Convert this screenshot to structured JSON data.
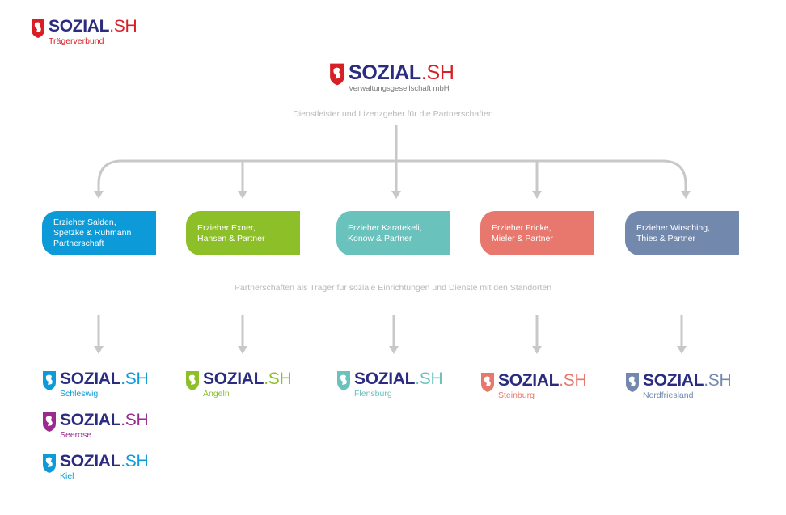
{
  "top_logo": {
    "brand": "SOZIAL",
    "suffix": ".SH",
    "sub": "Trägerverbund"
  },
  "main_logo": {
    "brand": "SOZIAL",
    "suffix": ".SH",
    "sub": "Verwaltungsgesellschaft mbH"
  },
  "caption_top": "Dienstleister und Lizenzgeber für die Partnerschaften",
  "caption_middle": "Partnerschaften als Träger für soziale Einrichtungen und Dienste mit den Standorten",
  "partners": [
    {
      "line1": "Erzieher Salden,",
      "line2": "Spetzke & Rühmann",
      "line3": "Partnerschaft",
      "color": "#0d9ad8"
    },
    {
      "line1": "Erzieher Exner,",
      "line2": "Hansen & Partner",
      "line3": "",
      "color": "#8dbf28"
    },
    {
      "line1": "Erzieher Karatekeli,",
      "line2": "Konow & Partner",
      "line3": "",
      "color": "#6ac2bd"
    },
    {
      "line1": "Erzieher Fricke,",
      "line2": "Mieler & Partner",
      "line3": "",
      "color": "#e8786e"
    },
    {
      "line1": "Erzieher Wirsching,",
      "line2": "Thies & Partner",
      "line3": "",
      "color": "#7289ad"
    }
  ],
  "locations": [
    {
      "brand": "SOZIAL",
      "suffix": ".SH",
      "sub": "Schleswig",
      "color": "#0d9ad8"
    },
    {
      "brand": "SOZIAL",
      "suffix": ".SH",
      "sub": "Seerose",
      "color": "#9a2a8e"
    },
    {
      "brand": "SOZIAL",
      "suffix": ".SH",
      "sub": "Kiel",
      "color": "#0d9ad8"
    },
    {
      "brand": "SOZIAL",
      "suffix": ".SH",
      "sub": "Angeln",
      "color": "#8dbf28"
    },
    {
      "brand": "SOZIAL",
      "suffix": ".SH",
      "sub": "Flensburg",
      "color": "#6ac2bd"
    },
    {
      "brand": "SOZIAL",
      "suffix": ".SH",
      "sub": "Steinburg",
      "color": "#e8786e"
    },
    {
      "brand": "SOZIAL",
      "suffix": ".SH",
      "sub": "Nordfriesland",
      "color": "#7289ad"
    }
  ],
  "colors": {
    "red": "#d91f26",
    "navy": "#2b2c7f",
    "arrow": "#c8c8c8"
  }
}
